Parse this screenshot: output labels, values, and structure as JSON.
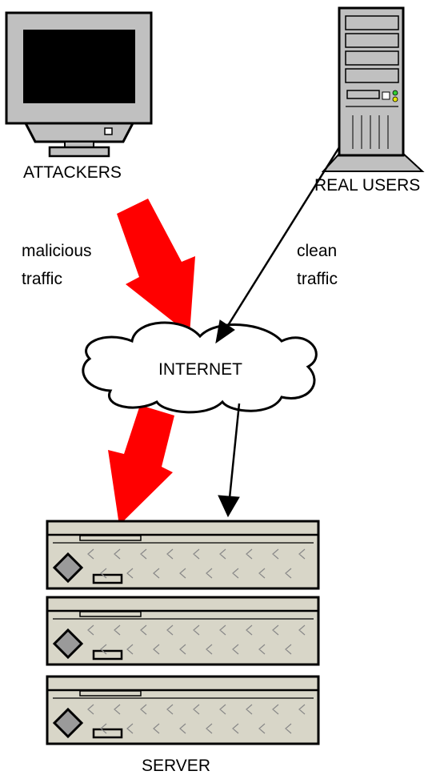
{
  "labels": {
    "attackers": "ATTACKERS",
    "real_users": "REAL USERS",
    "malicious_line1": "malicious",
    "malicious_line2": "traffic",
    "clean_line1": "clean",
    "clean_line2": "traffic",
    "internet": "INTERNET",
    "server": "SERVER"
  },
  "colors": {
    "malicious_arrow": "#ff0000",
    "clean_arrow": "#000000",
    "device_gray": "#c0c0c0",
    "server_beige": "#d8d6c8",
    "screen": "#000000",
    "led_green": "#33cc33",
    "led_yellow": "#e6e600"
  },
  "icons": [
    "crt-monitor-icon",
    "tower-pc-icon",
    "cloud-icon",
    "rack-server-icon"
  ]
}
